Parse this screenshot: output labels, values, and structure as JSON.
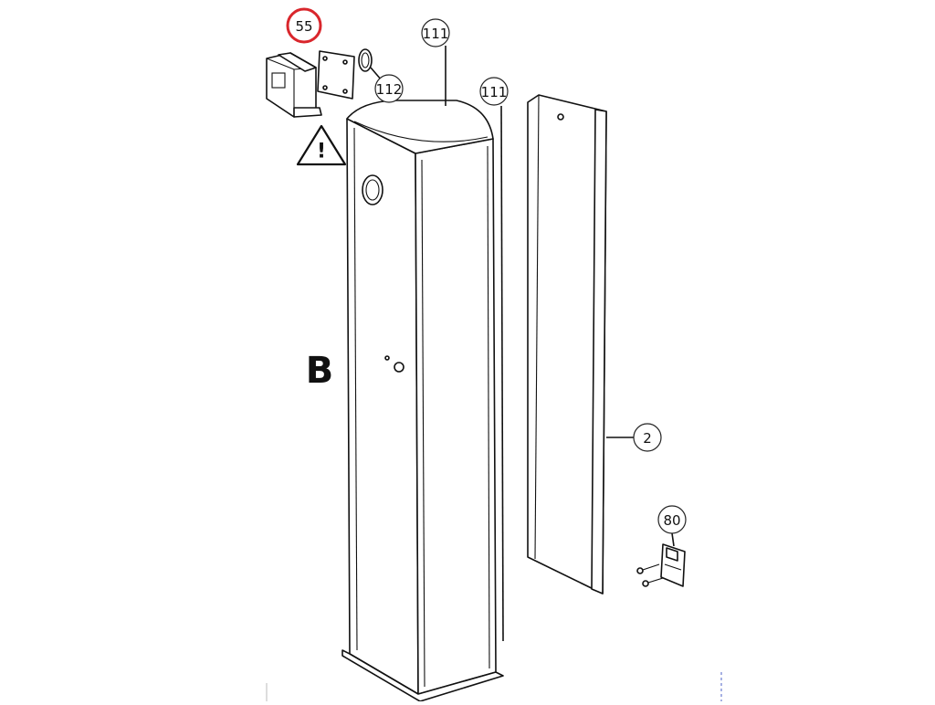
{
  "section_letter": "B",
  "highlight_color": "#d9262c",
  "callouts": [
    {
      "id": "c55",
      "label": "55",
      "highlighted": true
    },
    {
      "id": "c111a",
      "label": "111",
      "highlighted": false
    },
    {
      "id": "c111b",
      "label": "111",
      "highlighted": false
    },
    {
      "id": "c112",
      "label": "112",
      "highlighted": false
    },
    {
      "id": "c2",
      "label": "2",
      "highlighted": false
    },
    {
      "id": "c80",
      "label": "80",
      "highlighted": false
    }
  ],
  "warning_symbol": "!"
}
